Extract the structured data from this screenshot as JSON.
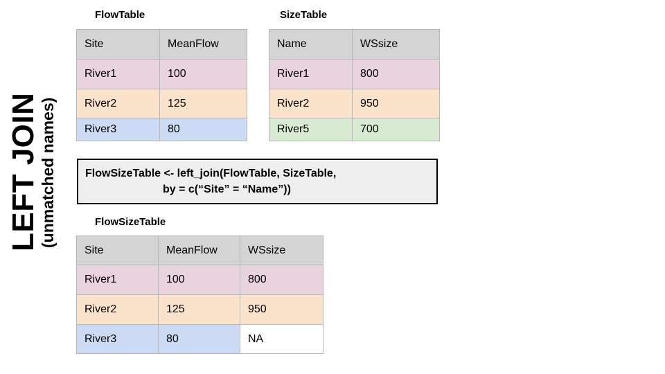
{
  "caption": {
    "main": "LEFT JOIN",
    "note": "(unmatched names)"
  },
  "colors": {
    "header_gray": "#d4d4d4",
    "pink": "#e8d3de",
    "peach": "#fbe2cb",
    "blue": "#ccdbf3",
    "green": "#d9ead3",
    "white": "#ffffff",
    "border": "#b7b7b7",
    "code_box_bg": "#eeeeee",
    "code_box_border": "#000000"
  },
  "tables": {
    "flow": {
      "title": "FlowTable",
      "headers": [
        "Site",
        "MeanFlow"
      ],
      "rows": [
        {
          "cells": [
            "River1",
            "100"
          ],
          "color": "pink"
        },
        {
          "cells": [
            "River2",
            "125"
          ],
          "color": "peach"
        },
        {
          "cells": [
            "River3",
            "80"
          ],
          "color": "blue"
        }
      ]
    },
    "size": {
      "title": "SizeTable",
      "headers": [
        "Name",
        "WSsize"
      ],
      "rows": [
        {
          "cells": [
            "River1",
            "800"
          ],
          "color": "pink"
        },
        {
          "cells": [
            "River2",
            "950"
          ],
          "color": "peach"
        },
        {
          "cells": [
            "River5",
            "700"
          ],
          "color": "green"
        }
      ]
    },
    "result": {
      "title": "FlowSizeTable",
      "headers": [
        "Site",
        "MeanFlow",
        "WSsize"
      ],
      "rows": [
        {
          "cells": [
            "River1",
            "100",
            "800"
          ],
          "colors": [
            "pink",
            "pink",
            "pink"
          ]
        },
        {
          "cells": [
            "River2",
            "125",
            "950"
          ],
          "colors": [
            "peach",
            "peach",
            "peach"
          ]
        },
        {
          "cells": [
            "River3",
            "80",
            "NA"
          ],
          "colors": [
            "blue",
            "blue",
            "white"
          ]
        }
      ]
    }
  },
  "code": {
    "line1": "FlowSizeTable <- left_join(FlowTable, SizeTable,",
    "line2": "by = c(“Site”  = “Name”))"
  }
}
